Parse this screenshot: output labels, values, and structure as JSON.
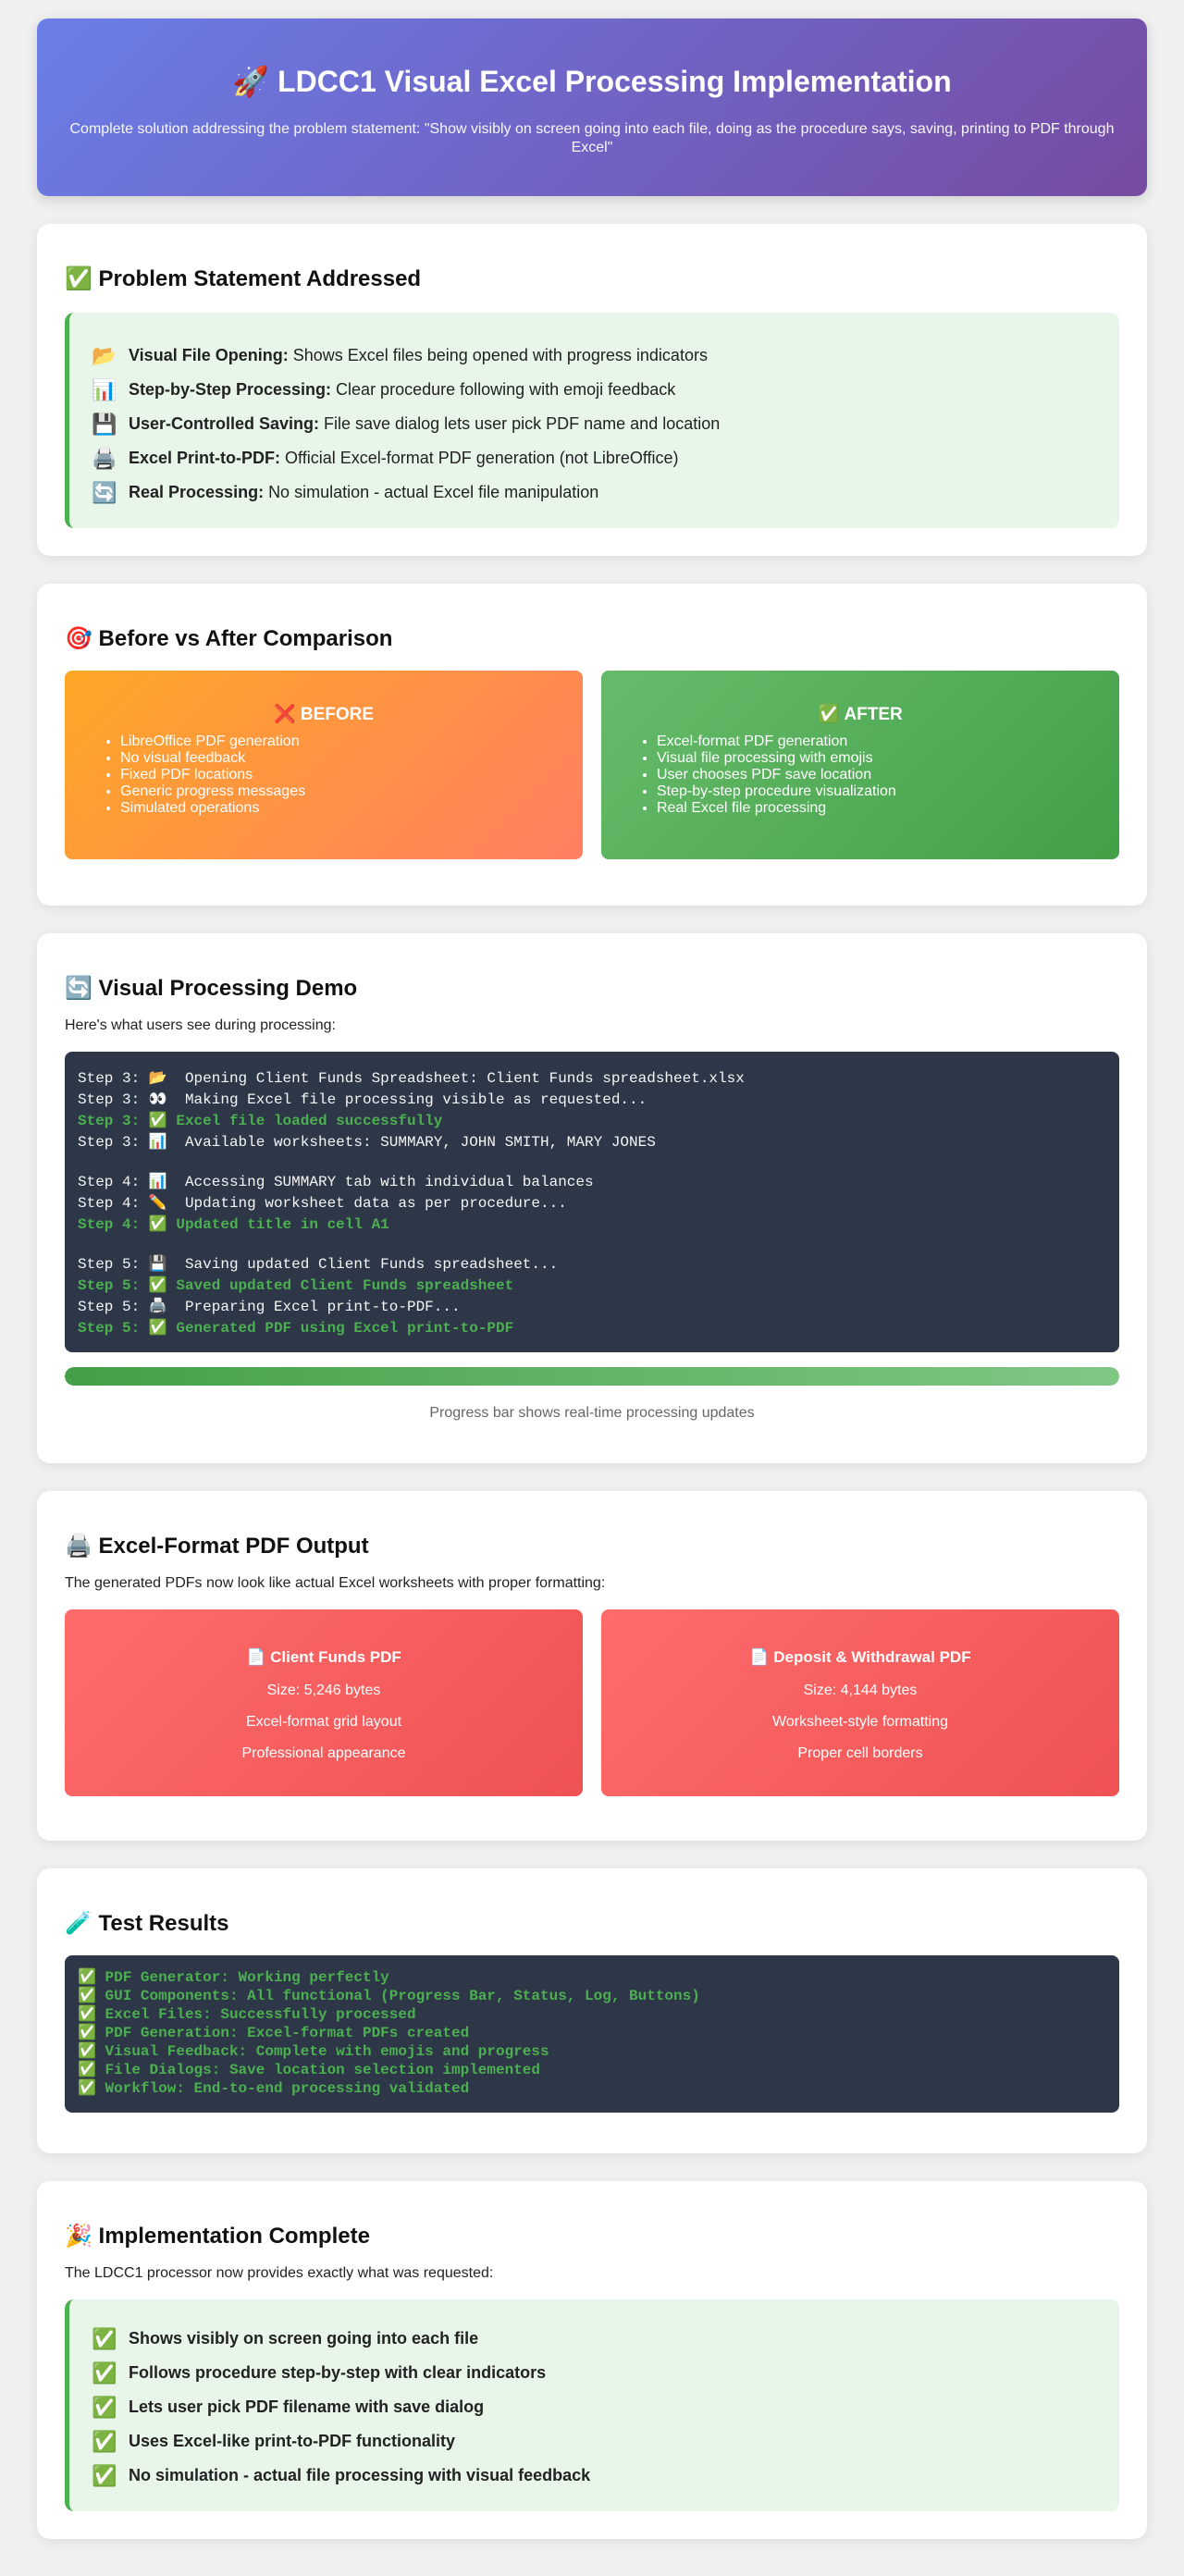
{
  "header": {
    "title": "🚀 LDCC1 Visual Excel Processing Implementation",
    "subtitle": "Complete solution addressing the problem statement: \"Show visibly on screen going into each file, doing as the procedure says, saving, printing to PDF through Excel\""
  },
  "problem": {
    "title": "✅ Problem Statement Addressed",
    "items": [
      {
        "icon": "📂",
        "bold": "Visual File Opening:",
        "text": "Shows Excel files being opened with progress indicators"
      },
      {
        "icon": "📊",
        "bold": "Step-by-Step Processing:",
        "text": "Clear procedure following with emoji feedback"
      },
      {
        "icon": "💾",
        "bold": "User-Controlled Saving:",
        "text": "File save dialog lets user pick PDF name and location"
      },
      {
        "icon": "🖨️",
        "bold": "Excel Print-to-PDF:",
        "text": "Official Excel-format PDF generation (not LibreOffice)"
      },
      {
        "icon": "🔄",
        "bold": "Real Processing:",
        "text": "No simulation - actual Excel file manipulation"
      }
    ]
  },
  "comparison": {
    "title": "🎯 Before vs After Comparison",
    "before": {
      "title": "❌ BEFORE",
      "items": [
        "LibreOffice PDF generation",
        "No visual feedback",
        "Fixed PDF locations",
        "Generic progress messages",
        "Simulated operations"
      ]
    },
    "after": {
      "title": "✅ AFTER",
      "items": [
        "Excel-format PDF generation",
        "Visual file processing with emojis",
        "User chooses PDF save location",
        "Step-by-step procedure visualization",
        "Real Excel file processing"
      ]
    }
  },
  "demo": {
    "title": "🔄 Visual Processing Demo",
    "intro": "Here's what users see during processing:",
    "lines": [
      "Step 3: 📂  Opening Client Funds Spreadsheet: Client Funds spreadsheet.xlsx",
      "Step 3: 👀  Making Excel file processing visible as requested...",
      "Step 3: ✅ Excel file loaded successfully",
      "Step 3: 📊  Available worksheets: SUMMARY, JOHN SMITH, MARY JONES",
      "Step 4: 📊  Accessing SUMMARY tab with individual balances",
      "Step 4: ✏️  Updating worksheet data as per procedure...",
      "Step 4: ✅ Updated title in cell A1",
      "Step 5: 💾  Saving updated Client Funds spreadsheet...",
      "Step 5: ✅ Saved updated Client Funds spreadsheet",
      "Step 5: 🖨️  Preparing Excel print-to-PDF...",
      "Step 5: ✅ Generated PDF using Excel print-to-PDF"
    ],
    "progress_percent": 100,
    "caption": "Progress bar shows real-time processing updates"
  },
  "pdf_output": {
    "title": "🖨️ Excel-Format PDF Output",
    "intro": "The generated PDFs now look like actual Excel worksheets with proper formatting:",
    "cards": [
      {
        "title": "📄 Client Funds PDF",
        "size": "Size: 5,246 bytes",
        "line1": "Excel-format grid layout",
        "line2": "Professional appearance"
      },
      {
        "title": "📄 Deposit & Withdrawal PDF",
        "size": "Size: 4,144 bytes",
        "line1": "Worksheet-style formatting",
        "line2": "Proper cell borders"
      }
    ]
  },
  "tests": {
    "title": "🧪 Test Results",
    "lines": [
      "✅ PDF Generator: Working perfectly",
      "✅ GUI Components: All functional (Progress Bar, Status, Log, Buttons)",
      "✅ Excel Files: Successfully processed",
      "✅ PDF Generation: Excel-format PDFs created",
      "✅ Visual Feedback: Complete with emojis and progress",
      "✅ File Dialogs: Save location selection implemented",
      "✅ Workflow: End-to-end processing validated"
    ]
  },
  "complete": {
    "title": "🎉 Implementation Complete",
    "intro": "The LDCC1 processor now provides exactly what was requested:",
    "items": [
      {
        "icon": "✅",
        "text": "Shows visibly on screen going into each file"
      },
      {
        "icon": "✅",
        "text": "Follows procedure step-by-step with clear indicators"
      },
      {
        "icon": "✅",
        "text": "Lets user pick PDF filename with save dialog"
      },
      {
        "icon": "✅",
        "text": "Uses Excel-like print-to-PDF functionality"
      },
      {
        "icon": "✅",
        "text": "No simulation - actual file processing with visual feedback"
      }
    ]
  }
}
